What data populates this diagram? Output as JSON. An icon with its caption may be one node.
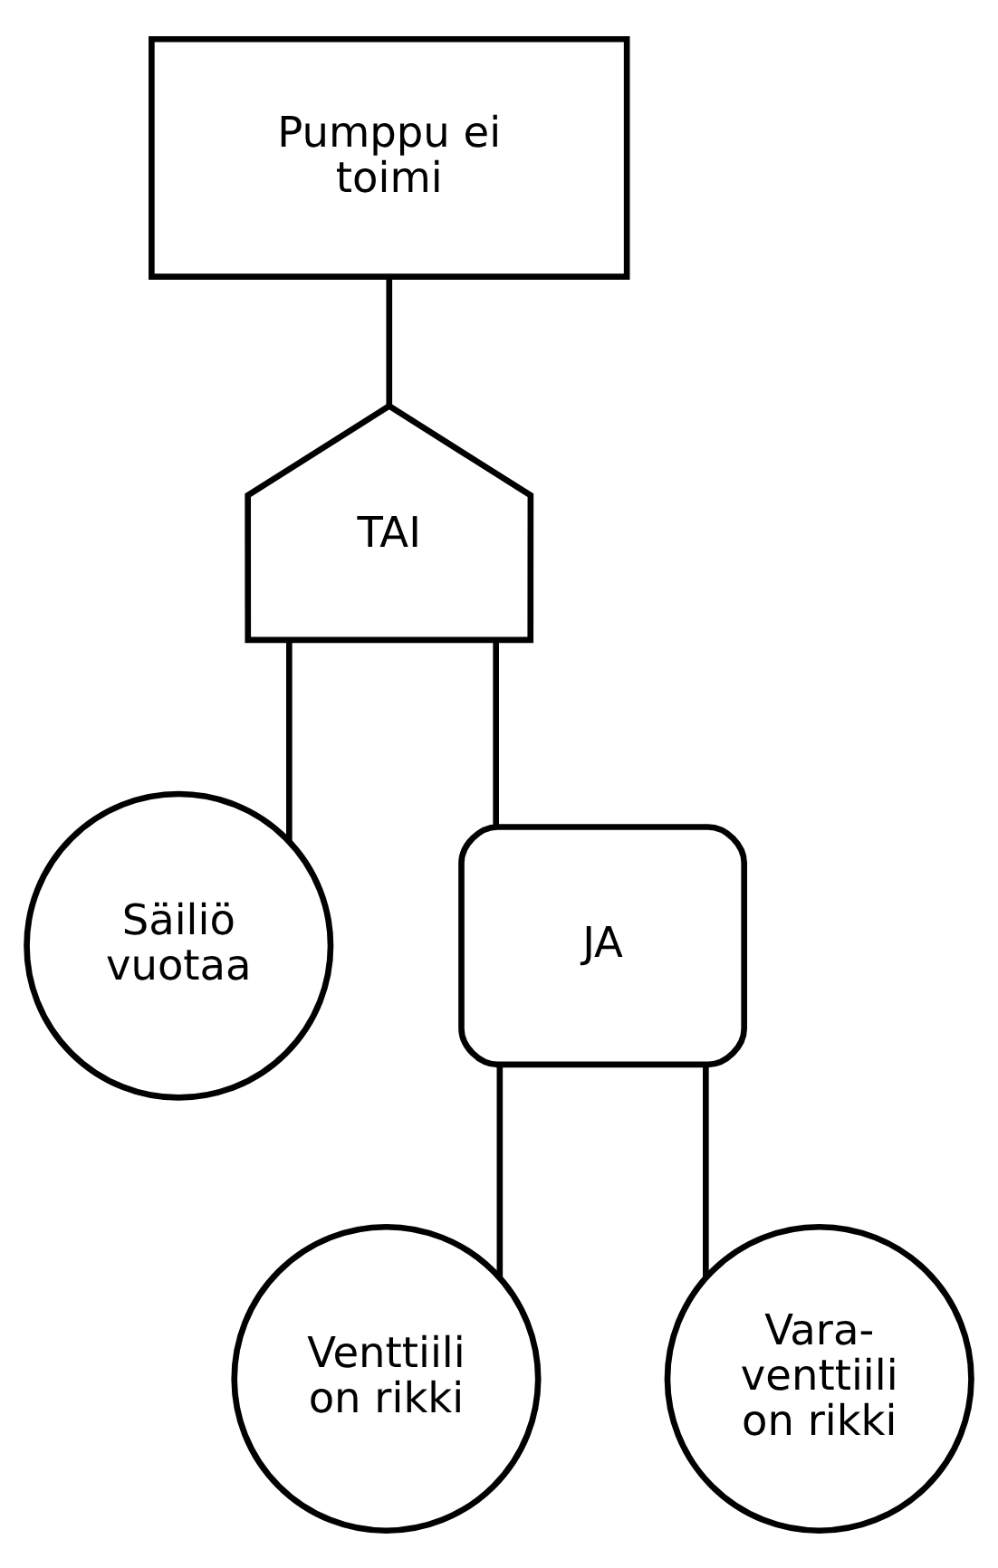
{
  "diagram": {
    "nodes": [
      {
        "text": [
          "Pumppu ei toimi"
        ]
      },
      {
        "text": [
          "TAI"
        ]
      },
      {
        "text": [
          "Säiliö vuotaa"
        ]
      },
      {
        "text": [
          "JA"
        ]
      },
      {
        "text": [
          "Venttiili on rikki"
        ]
      },
      {
        "text": [
          "Vara- venttiili on rikki"
        ]
      }
    ],
    "edges": [
      {
        "from": 0,
        "to": 1,
        "arrow": "none"
      },
      {
        "from": 1,
        "to": 2,
        "arrow": "none"
      },
      {
        "from": 1,
        "to": 3,
        "arrow": "none"
      },
      {
        "from": 3,
        "to": 4,
        "arrow": "none"
      },
      {
        "from": 3,
        "to": 5,
        "arrow": "none"
      }
    ]
  }
}
